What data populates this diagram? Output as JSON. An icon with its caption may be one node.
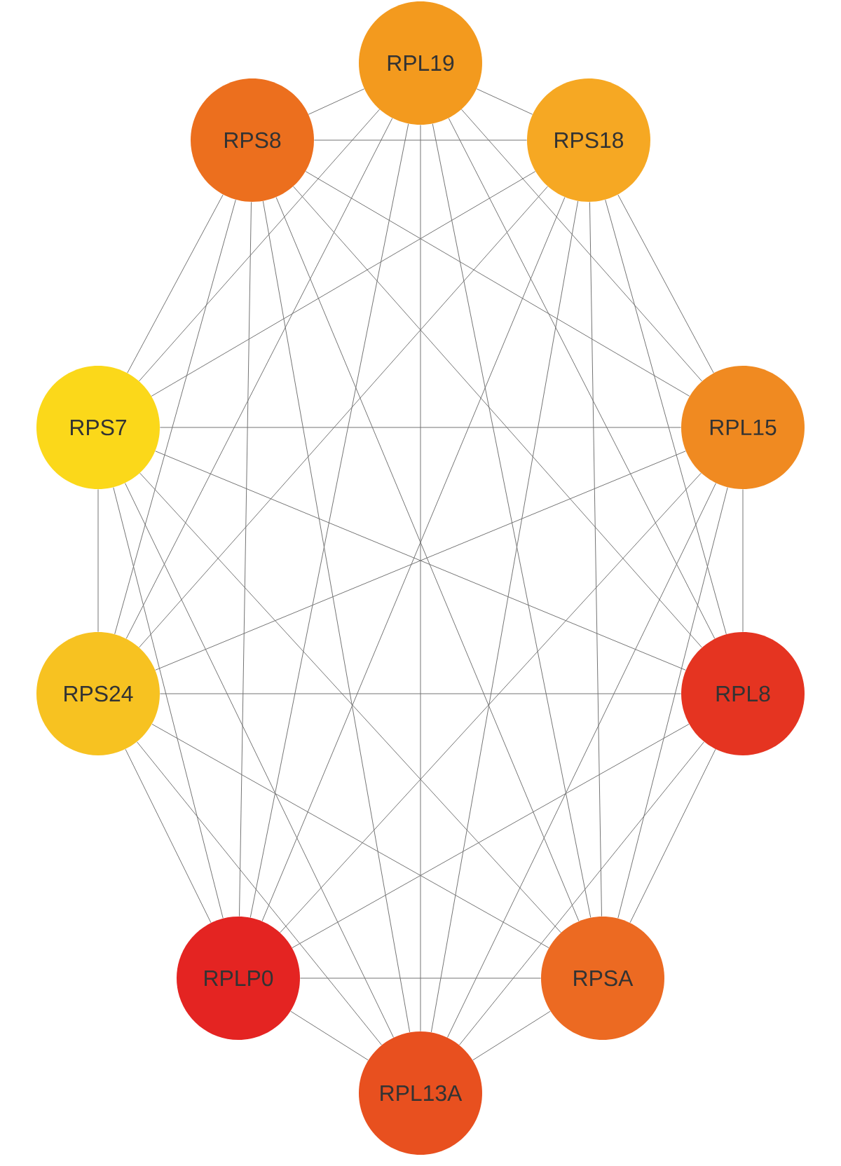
{
  "diagram": {
    "nodes": [
      {
        "text": [
          "RPL19"
        ]
      },
      {
        "text": [
          "RPS8"
        ]
      },
      {
        "text": [
          "RPS18"
        ]
      },
      {
        "text": [
          "RPS7"
        ]
      },
      {
        "text": [
          "RPL15"
        ]
      },
      {
        "text": [
          "RPS24"
        ]
      },
      {
        "text": [
          "RPL8"
        ]
      },
      {
        "text": [
          "RPLP0"
        ]
      },
      {
        "text": [
          "RPSA"
        ]
      },
      {
        "text": [
          "RPL13A"
        ]
      }
    ],
    "edges": [
      {
        "from": 0,
        "to": 1,
        "arrow": "none"
      },
      {
        "from": 0,
        "to": 2,
        "arrow": "none"
      },
      {
        "from": 0,
        "to": 3,
        "arrow": "none"
      },
      {
        "from": 0,
        "to": 4,
        "arrow": "none"
      },
      {
        "from": 0,
        "to": 5,
        "arrow": "none"
      },
      {
        "from": 0,
        "to": 6,
        "arrow": "none"
      },
      {
        "from": 0,
        "to": 7,
        "arrow": "none"
      },
      {
        "from": 0,
        "to": 8,
        "arrow": "none"
      },
      {
        "from": 0,
        "to": 9,
        "arrow": "none"
      },
      {
        "from": 1,
        "to": 2,
        "arrow": "none"
      },
      {
        "from": 1,
        "to": 3,
        "arrow": "none"
      },
      {
        "from": 1,
        "to": 4,
        "arrow": "none"
      },
      {
        "from": 1,
        "to": 5,
        "arrow": "none"
      },
      {
        "from": 1,
        "to": 6,
        "arrow": "none"
      },
      {
        "from": 1,
        "to": 7,
        "arrow": "none"
      },
      {
        "from": 1,
        "to": 8,
        "arrow": "none"
      },
      {
        "from": 1,
        "to": 9,
        "arrow": "none"
      },
      {
        "from": 2,
        "to": 3,
        "arrow": "none"
      },
      {
        "from": 2,
        "to": 4,
        "arrow": "none"
      },
      {
        "from": 2,
        "to": 5,
        "arrow": "none"
      },
      {
        "from": 2,
        "to": 6,
        "arrow": "none"
      },
      {
        "from": 2,
        "to": 7,
        "arrow": "none"
      },
      {
        "from": 2,
        "to": 8,
        "arrow": "none"
      },
      {
        "from": 2,
        "to": 9,
        "arrow": "none"
      },
      {
        "from": 3,
        "to": 4,
        "arrow": "none"
      },
      {
        "from": 3,
        "to": 5,
        "arrow": "none"
      },
      {
        "from": 3,
        "to": 6,
        "arrow": "none"
      },
      {
        "from": 3,
        "to": 7,
        "arrow": "none"
      },
      {
        "from": 3,
        "to": 8,
        "arrow": "none"
      },
      {
        "from": 3,
        "to": 9,
        "arrow": "none"
      },
      {
        "from": 4,
        "to": 5,
        "arrow": "none"
      },
      {
        "from": 4,
        "to": 6,
        "arrow": "none"
      },
      {
        "from": 4,
        "to": 7,
        "arrow": "none"
      },
      {
        "from": 4,
        "to": 8,
        "arrow": "none"
      },
      {
        "from": 4,
        "to": 9,
        "arrow": "none"
      },
      {
        "from": 5,
        "to": 6,
        "arrow": "none"
      },
      {
        "from": 5,
        "to": 7,
        "arrow": "none"
      },
      {
        "from": 5,
        "to": 8,
        "arrow": "none"
      },
      {
        "from": 5,
        "to": 9,
        "arrow": "none"
      },
      {
        "from": 6,
        "to": 7,
        "arrow": "none"
      },
      {
        "from": 6,
        "to": 8,
        "arrow": "none"
      },
      {
        "from": 6,
        "to": 9,
        "arrow": "none"
      },
      {
        "from": 7,
        "to": 8,
        "arrow": "none"
      },
      {
        "from": 7,
        "to": 9,
        "arrow": "none"
      },
      {
        "from": 8,
        "to": 9,
        "arrow": "none"
      }
    ]
  }
}
